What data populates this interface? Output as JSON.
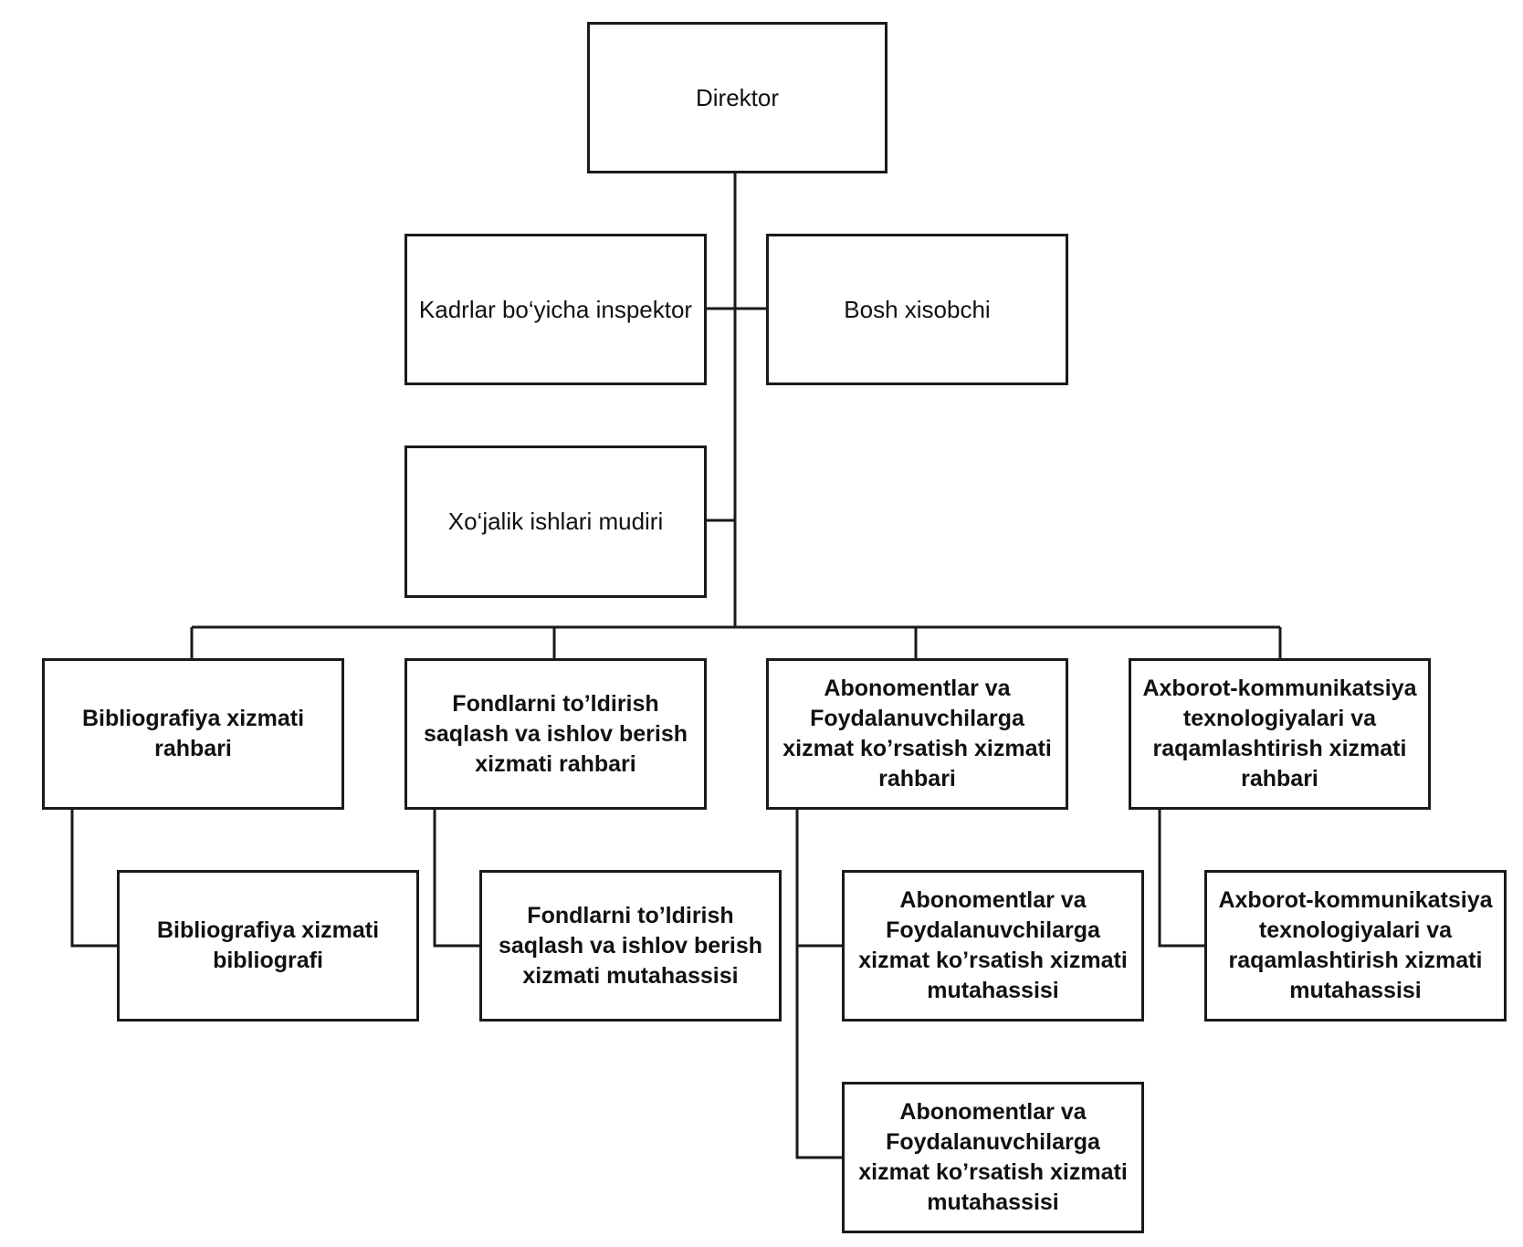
{
  "org_chart": {
    "director": "Direktor",
    "hr_inspector": "Kadrlar bo‘yicha inspektor",
    "chief_accountant": "Bosh xisobchi",
    "household_manager": "Xo‘jalik ishlari mudiri",
    "departments": [
      {
        "head": "Bibliografiya xizmati rahbari",
        "staff": [
          "Bibliografiya xizmati bibliografi"
        ]
      },
      {
        "head": "Fondlarni to’ldirish saqlash va ishlov berish xizmati rahbari",
        "staff": [
          "Fondlarni to’ldirish saqlash va ishlov berish xizmati mutahassisi"
        ]
      },
      {
        "head": "Abonomentlar va Foydalanuvchilarga xizmat ko’rsatish xizmati rahbari",
        "staff": [
          "Abonomentlar va Foydalanuvchilarga xizmat ko’rsatish xizmati mutahassisi",
          "Abonomentlar va Foydalanuvchilarga xizmat ko’rsatish xizmati mutahassisi"
        ]
      },
      {
        "head": "Axborot-kommunikatsiya texnologiyalari va raqamlashtirish xizmati rahbari",
        "staff": [
          "Axborot-kommunikatsiya texnologiyalari va raqamlashtirish xizmati mutahassisi"
        ]
      }
    ]
  }
}
